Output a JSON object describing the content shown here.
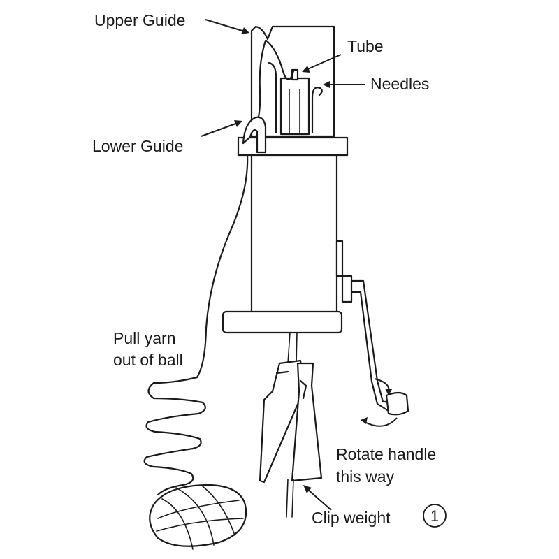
{
  "labels": {
    "upper_guide": "Upper Guide",
    "tube": "Tube",
    "needles": "Needles",
    "lower_guide": "Lower Guide",
    "pull_yarn_line1": "Pull yarn",
    "pull_yarn_line2": "out of ball",
    "rotate_line1": "Rotate handle",
    "rotate_line2": "this way",
    "clip_weight": "Clip weight",
    "step_number": "1"
  },
  "colors": {
    "ink": "#1a1a1a",
    "paper": "#ffffff"
  }
}
